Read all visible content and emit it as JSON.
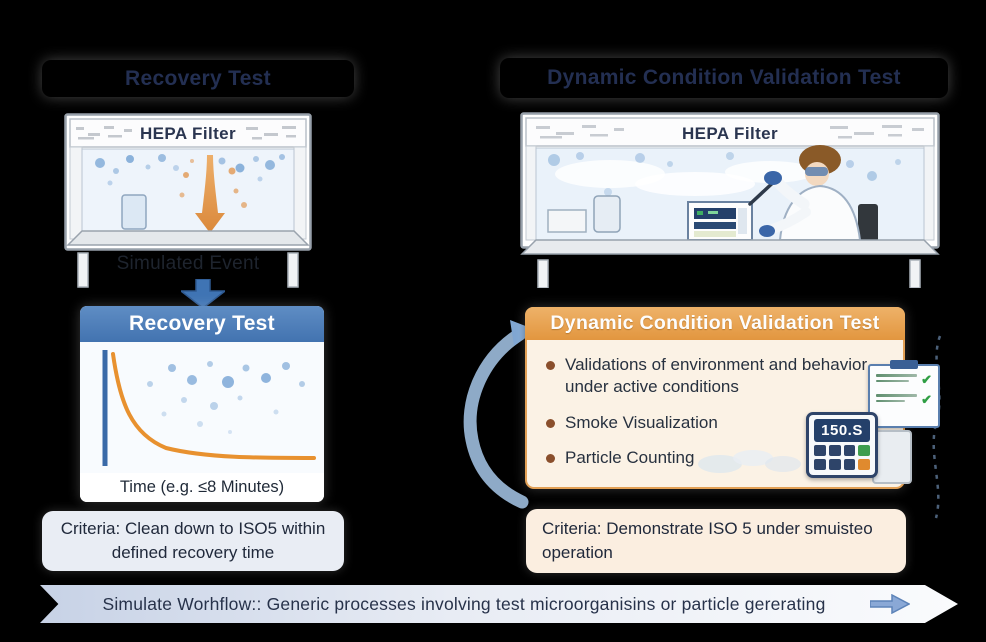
{
  "palette": {
    "navy_text": "#232f52",
    "blue_header": "#4a78b6",
    "orange_header": "#e8a24d",
    "decay_curve_orange": "#e8912f",
    "particle_blue": "#4a86c6",
    "check_green": "#2f9e44"
  },
  "left": {
    "title": "Recovery Test",
    "cabinet_label": "HEPA Filter",
    "event_label": "Simulated Event",
    "panel": {
      "header": "Recovery Test",
      "time_label": "Time (e.g. ≤8 Minutes)"
    },
    "criteria": "Criteria: Clean down to ISO5 within defined recovery time"
  },
  "right": {
    "title": "Dynamic Condition Validation Test",
    "cabinet_label": "HEPA Filter",
    "panel": {
      "header": "Dynamic Condition Validation Test",
      "bullets": [
        "Validations of environment and behavior under active conditions",
        "Smoke Visualization",
        "Particle Counting"
      ]
    },
    "counter_display": "150.S",
    "criteria": "Criteria: Demonstrate ISO 5 under smuisteo operation"
  },
  "footer": {
    "banner_text": "Simulate Worhflow:: Generic processes involving test microorganisins or particle gererating"
  }
}
